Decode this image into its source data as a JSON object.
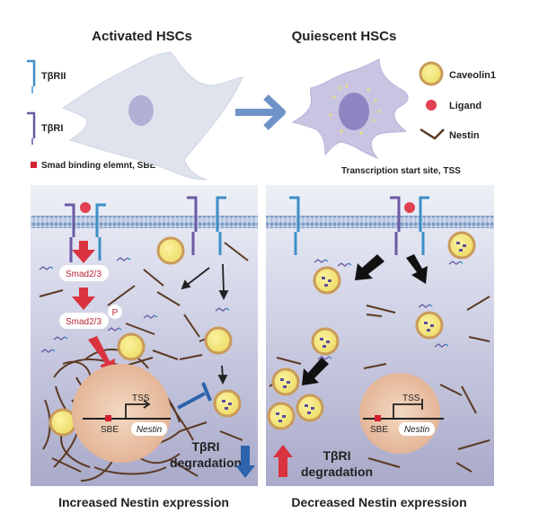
{
  "titles": {
    "left": "Activated HSCs",
    "right": "Quiescent HSCs"
  },
  "legend": {
    "receptor2": "TβRII",
    "receptor1": "TβRI",
    "sbe": "Smad binding elemnt, SBE",
    "caveolin": "Caveolin1",
    "ligand": "Ligand",
    "nestin": "Nestin",
    "tss_def": "Transcription start site, TSS"
  },
  "left_panel": {
    "smad_a": "Smad2/3",
    "smad_b": "Smad2/3",
    "phospho": "P",
    "tss": "TSS",
    "sbe": "SBE",
    "gene": "Nestin",
    "deg_line1": "TβRI",
    "deg_line2": "degradation",
    "caption": "Increased Nestin expression"
  },
  "right_panel": {
    "tss": "TSS",
    "sbe": "SBE",
    "gene": "Nestin",
    "deg_line1": "TβRI",
    "deg_line2": "degradation",
    "caption": "Decreased Nestin expression"
  },
  "colors": {
    "tbr2": "#3e8fc7",
    "tbr1": "#6a5aa3",
    "caveolin_fill": "#f2e77b",
    "caveolin_ring": "#c99b5a",
    "ligand": "#e0404f",
    "nestin": "#5b3a24",
    "up_arrow": "#d9333f",
    "down_arrow": "#2e63ad"
  }
}
